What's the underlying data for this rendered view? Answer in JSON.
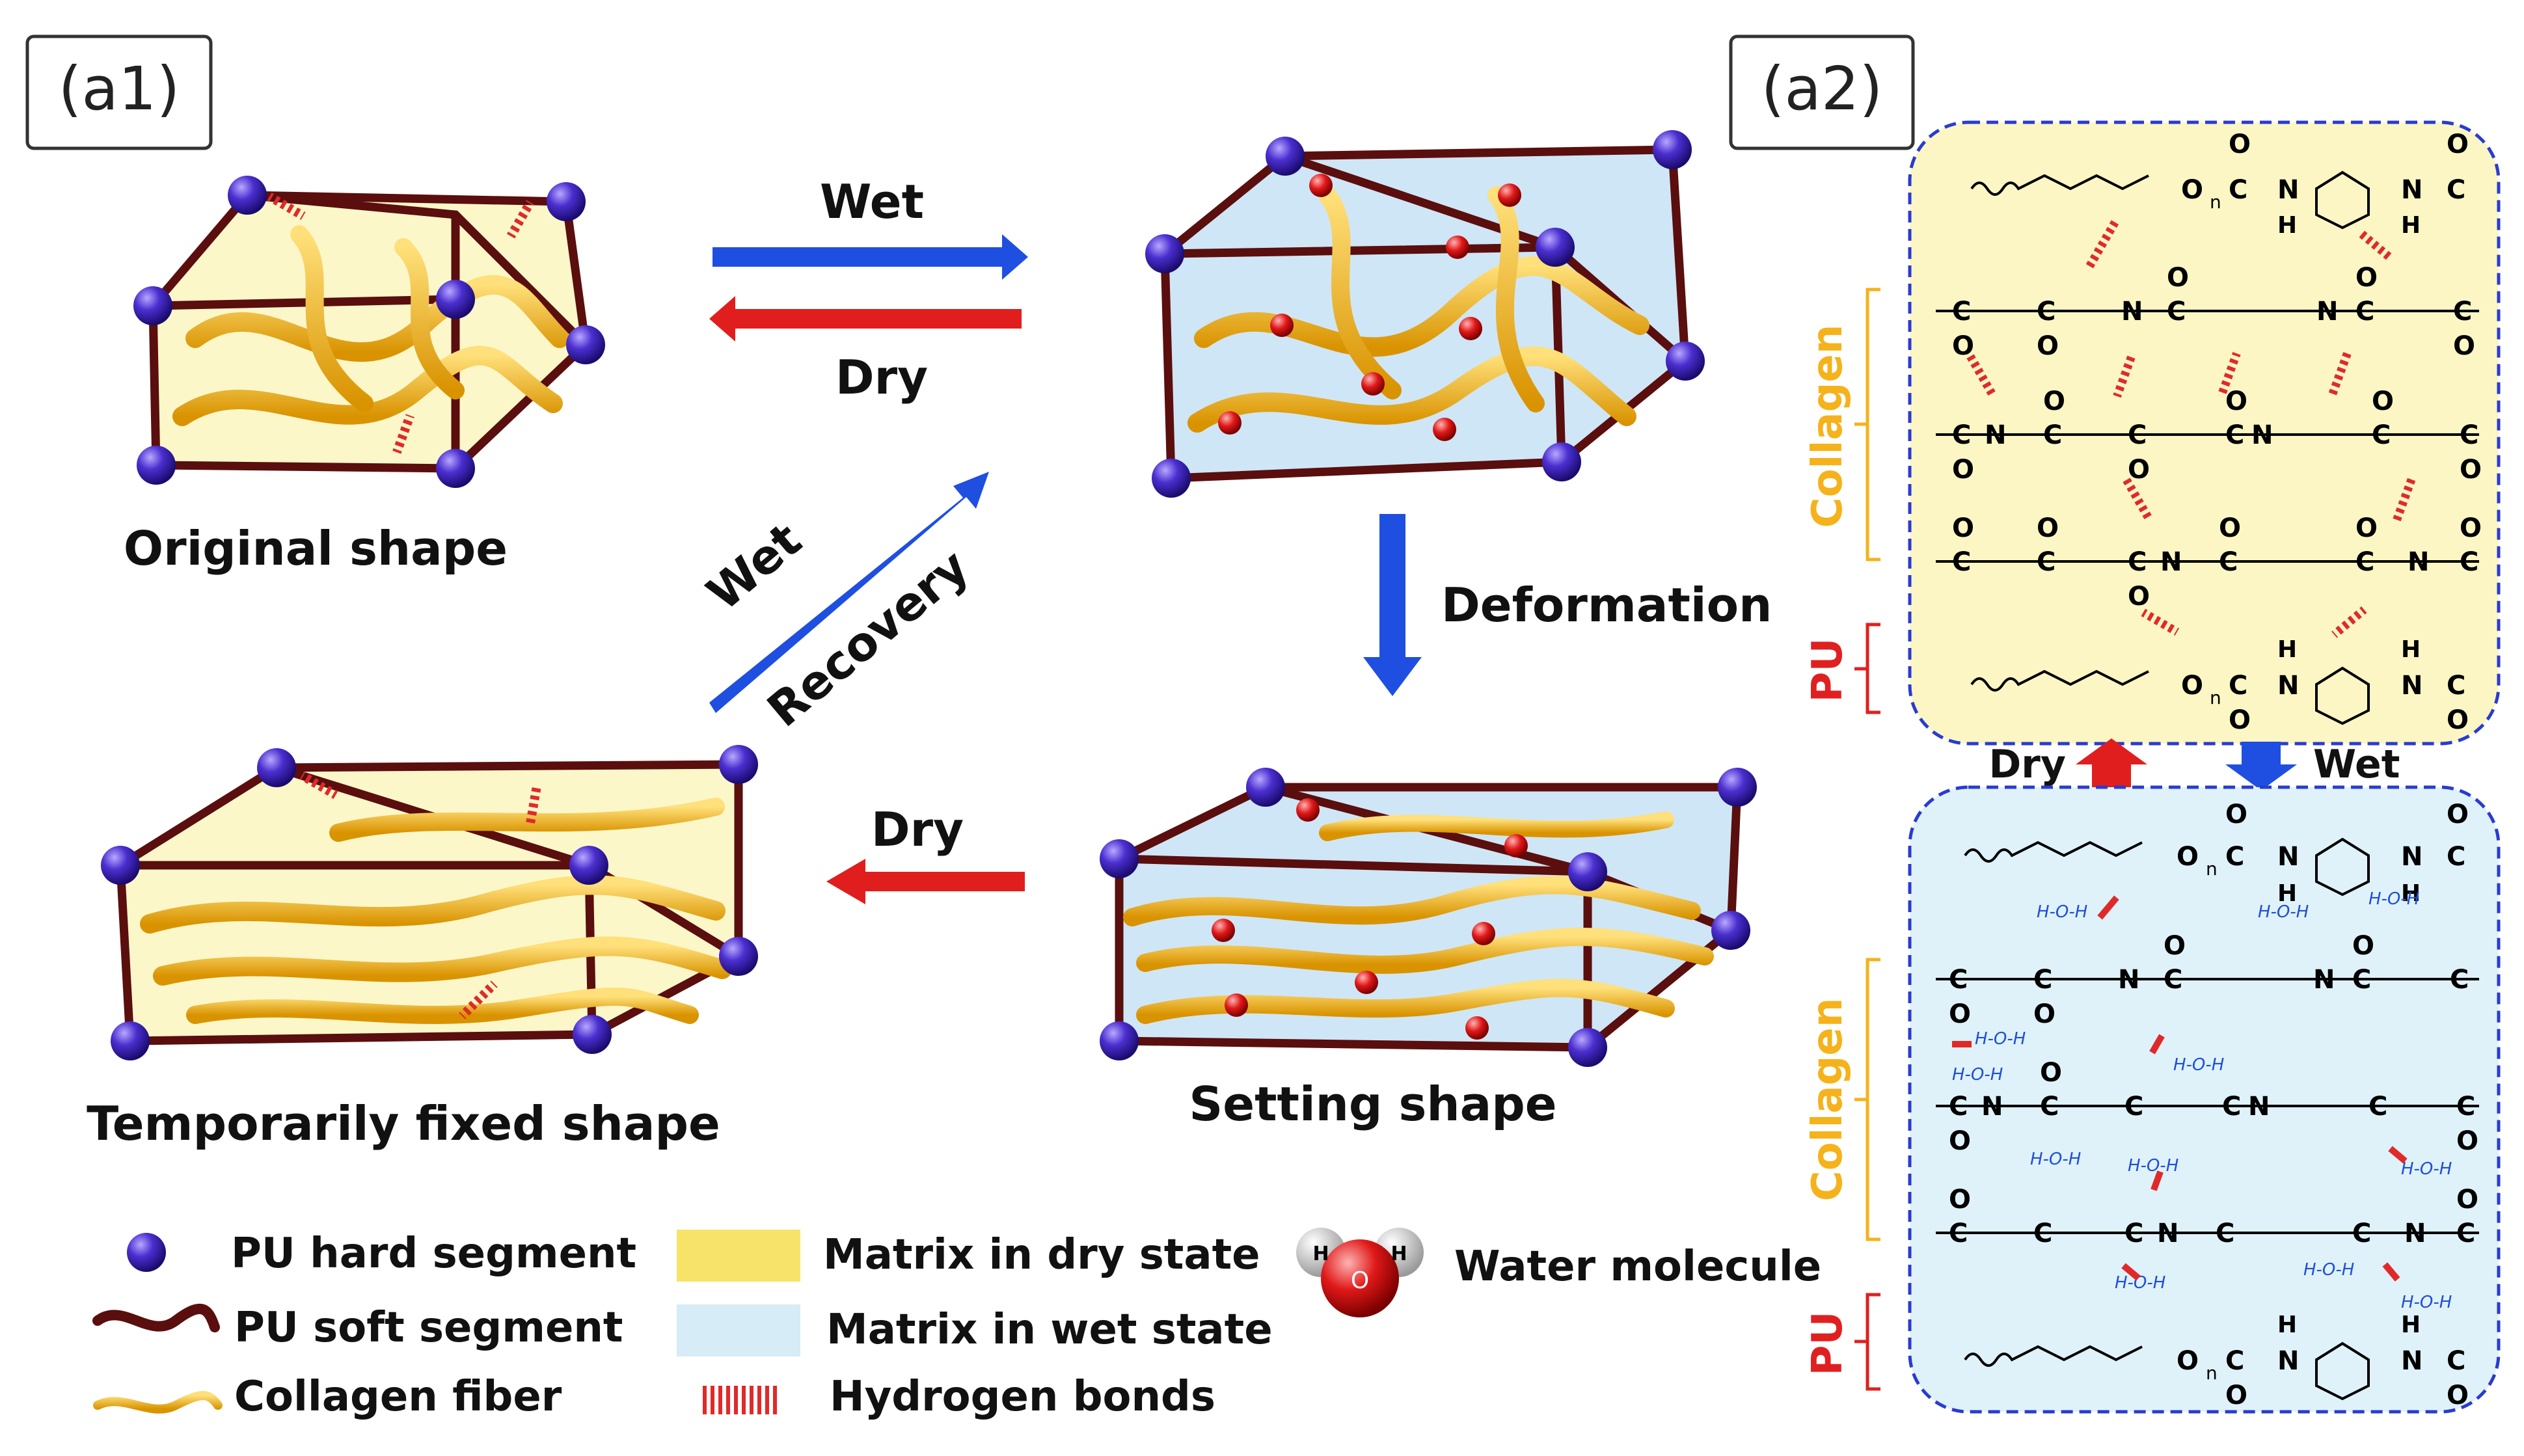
{
  "panels": {
    "a1": "(a1)",
    "a2": "(a2)"
  },
  "shapes": {
    "original": "Original shape",
    "setting": "Setting shape",
    "temporary": "Temporarily fixed shape"
  },
  "arrows": {
    "wet_top": "Wet",
    "dry_top": "Dry",
    "deformation": "Deformation",
    "dry_bottom": "Dry",
    "wet_diag": "Wet",
    "recovery": "Recovery"
  },
  "legend": {
    "hard_segment": "PU hard segment",
    "soft_segment": "PU soft segment",
    "collagen_fiber": "Collagen fiber",
    "matrix_dry": "Matrix in dry state",
    "matrix_wet": "Matrix in wet state",
    "hydrogen_bonds": "Hydrogen bonds",
    "water_molecule": "Water molecule"
  },
  "chem": {
    "collagen": "Collagen",
    "pu": "PU",
    "dry": "Dry",
    "wet": "Wet",
    "atom_c": "C",
    "atom_o": "O",
    "atom_n": "N",
    "atom_h": "H",
    "sub_n": "n",
    "water": "H-O-H"
  },
  "water_icon": {
    "h": "H",
    "o": "O"
  },
  "colors": {
    "dry_matrix": "#fbf7c9",
    "wet_matrix": "#cfe6f6",
    "soft_segment": "#5a0e0e",
    "hard_segment": "#3a1fb0",
    "fiber": "#f2b01e",
    "wet_arrow": "#1f4fe0",
    "dry_arrow": "#e01e1e",
    "hbond": "#e02a2a",
    "dry_box": "#fbf6c4",
    "wet_box": "#dff2fa",
    "box_border": "#2a3bd0"
  }
}
